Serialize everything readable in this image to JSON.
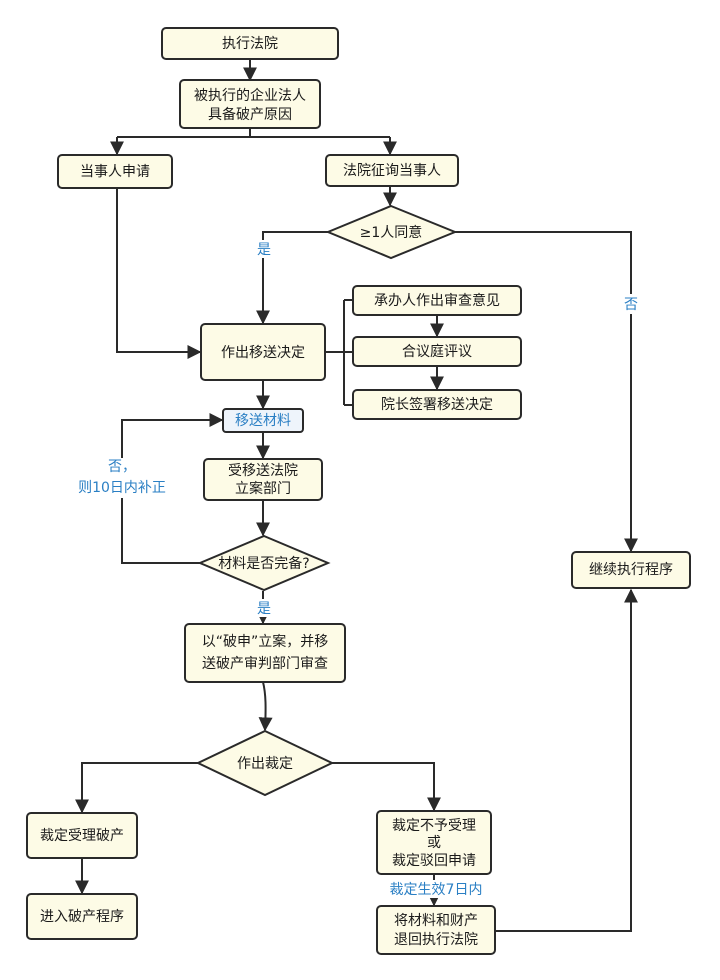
{
  "nodes": {
    "exec_court": "执行法院",
    "cause": [
      "被执行的企业法人",
      "具备破产原因"
    ],
    "party_apply": "当事人申请",
    "court_inquire": "法院征询当事人",
    "consent": "≥1人同意",
    "transfer_decision": "作出移送决定",
    "handler_opinion": "承办人作出审查意见",
    "panel_review": "合议庭评议",
    "president_sign": "院长签署移送决定",
    "transfer_materials": "移送材料",
    "receiving_court": [
      "受移送法院",
      "立案部门"
    ],
    "materials_complete": "材料是否完备?",
    "register_case": [
      "以“破申”立案，并移",
      "送破产审判部门审查"
    ],
    "ruling": "作出裁定",
    "accept": "裁定受理破产",
    "enter_bankruptcy": "进入破产程序",
    "reject": [
      "裁定不予受理",
      "或",
      "裁定驳回申请"
    ],
    "return": [
      "将材料和财产",
      "退回执行法院"
    ],
    "continue_exec": "继续执行程序"
  },
  "edge_labels": {
    "consent_yes": "是",
    "consent_no": "否",
    "incomplete": [
      "否，",
      "则10日内补正"
    ],
    "complete_yes": "是",
    "effective": "裁定生效7日内"
  },
  "colors": {
    "box_fill": "#fdfbe6",
    "stroke": "#2a2a2a",
    "label_text": "#2a7fc4",
    "transfer_materials_fill": "#eef4fb"
  }
}
